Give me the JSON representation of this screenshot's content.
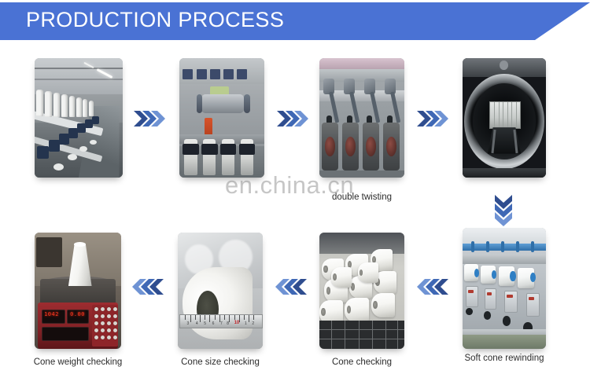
{
  "header": {
    "title": "PRODUCTION PROCESS",
    "banner_color": "#4a72d4",
    "title_color": "#ffffff"
  },
  "watermark": {
    "text": "en.china.cn"
  },
  "arrow_color": {
    "dark": "#2f4d8f",
    "mid": "#3f68b5",
    "light": "#6f93d4"
  },
  "row1": {
    "steps": [
      {
        "name": "spinning",
        "caption": ""
      },
      {
        "name": "winding",
        "caption": ""
      },
      {
        "name": "double-twisting",
        "caption": "double twisting"
      },
      {
        "name": "steam-setting",
        "caption": ""
      }
    ],
    "arrows": [
      {
        "direction": "right"
      },
      {
        "direction": "right"
      },
      {
        "direction": "right"
      }
    ]
  },
  "row_connector": {
    "direction": "down"
  },
  "row2": {
    "steps": [
      {
        "name": "cone-weight-checking",
        "caption": "Cone weight checking"
      },
      {
        "name": "cone-size-checking",
        "caption": "Cone size checking"
      },
      {
        "name": "cone-checking",
        "caption": "Cone checking"
      },
      {
        "name": "soft-cone-rewinding",
        "caption": "Soft cone rewinding"
      }
    ],
    "arrows": [
      {
        "direction": "left"
      },
      {
        "direction": "left"
      },
      {
        "direction": "left"
      }
    ]
  },
  "scale_display": {
    "weight_value": "1042",
    "price_value": "0.00"
  },
  "ruler_marks": [
    "3",
    "4",
    "5",
    "6",
    "7",
    "8",
    "9",
    "10",
    "1",
    "2"
  ]
}
